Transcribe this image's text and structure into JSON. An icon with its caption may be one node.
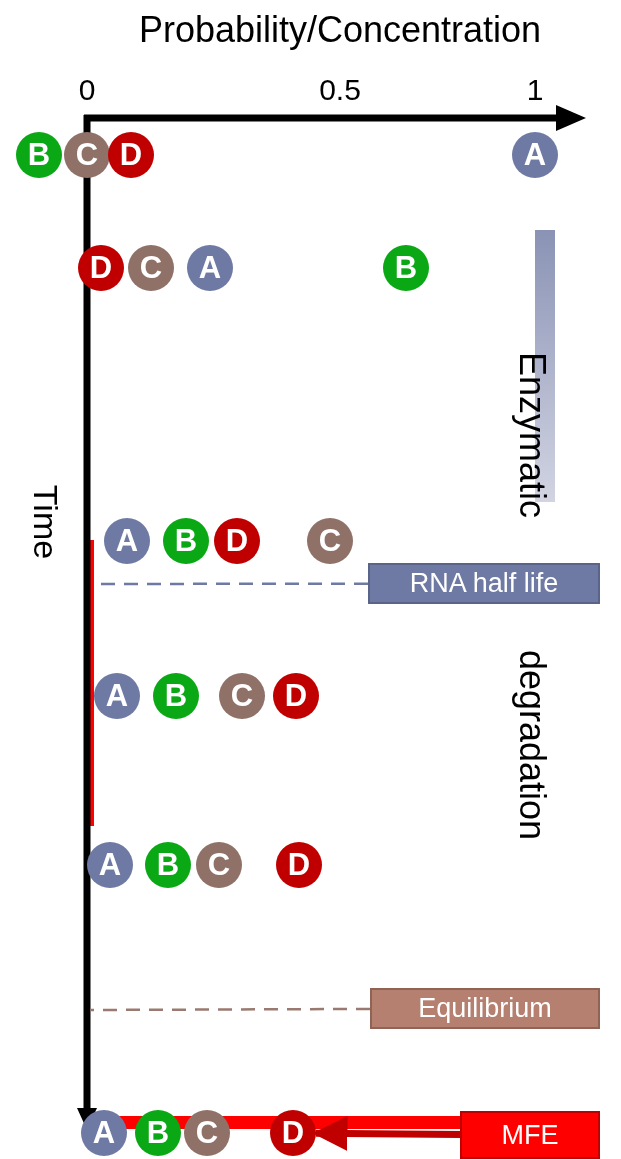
{
  "diagram": {
    "nodes": [
      {
        "text": [
          "B"
        ]
      },
      {
        "text": [
          "C"
        ]
      },
      {
        "text": [
          "D"
        ]
      },
      {
        "text": [
          "A"
        ]
      },
      {
        "text": [
          "D"
        ]
      },
      {
        "text": [
          "C"
        ]
      },
      {
        "text": [
          "A"
        ]
      },
      {
        "text": [
          "B"
        ]
      },
      {
        "text": [
          "A"
        ]
      },
      {
        "text": [
          "B"
        ]
      },
      {
        "text": [
          "D"
        ]
      },
      {
        "text": [
          "C"
        ]
      },
      {
        "text": [
          "RNA half life"
        ]
      },
      {
        "text": [
          "A"
        ]
      },
      {
        "text": [
          "B"
        ]
      },
      {
        "text": [
          "C"
        ]
      },
      {
        "text": [
          "D"
        ]
      },
      {
        "text": [
          "A"
        ]
      },
      {
        "text": [
          "B"
        ]
      },
      {
        "text": [
          "C"
        ]
      },
      {
        "text": [
          "D"
        ]
      },
      {
        "text": [
          "Equilibrium"
        ]
      },
      {
        "text": [
          "A"
        ]
      },
      {
        "text": [
          "B"
        ]
      },
      {
        "text": [
          "C"
        ]
      },
      {
        "text": [
          "D"
        ]
      },
      {
        "text": [
          "MFE"
        ]
      },
      {
        "text": [],
        "shape": "bar"
      }
    ],
    "edges": [
      {
        "from": 12,
        "to": null,
        "arrow": "none",
        "style": "dashed",
        "color": "#6e7aa3"
      },
      {
        "from": 21,
        "to": null,
        "arrow": "none",
        "style": "dashed",
        "color": "#9a7a70"
      },
      {
        "from": 26,
        "to": 25,
        "arrow": "to",
        "style": "thick",
        "color": "#c00000"
      }
    ],
    "labels": [
      "Probability/Concentration",
      "0",
      "0.5",
      "1",
      "Time",
      "Enzymatic",
      "degradation"
    ]
  }
}
